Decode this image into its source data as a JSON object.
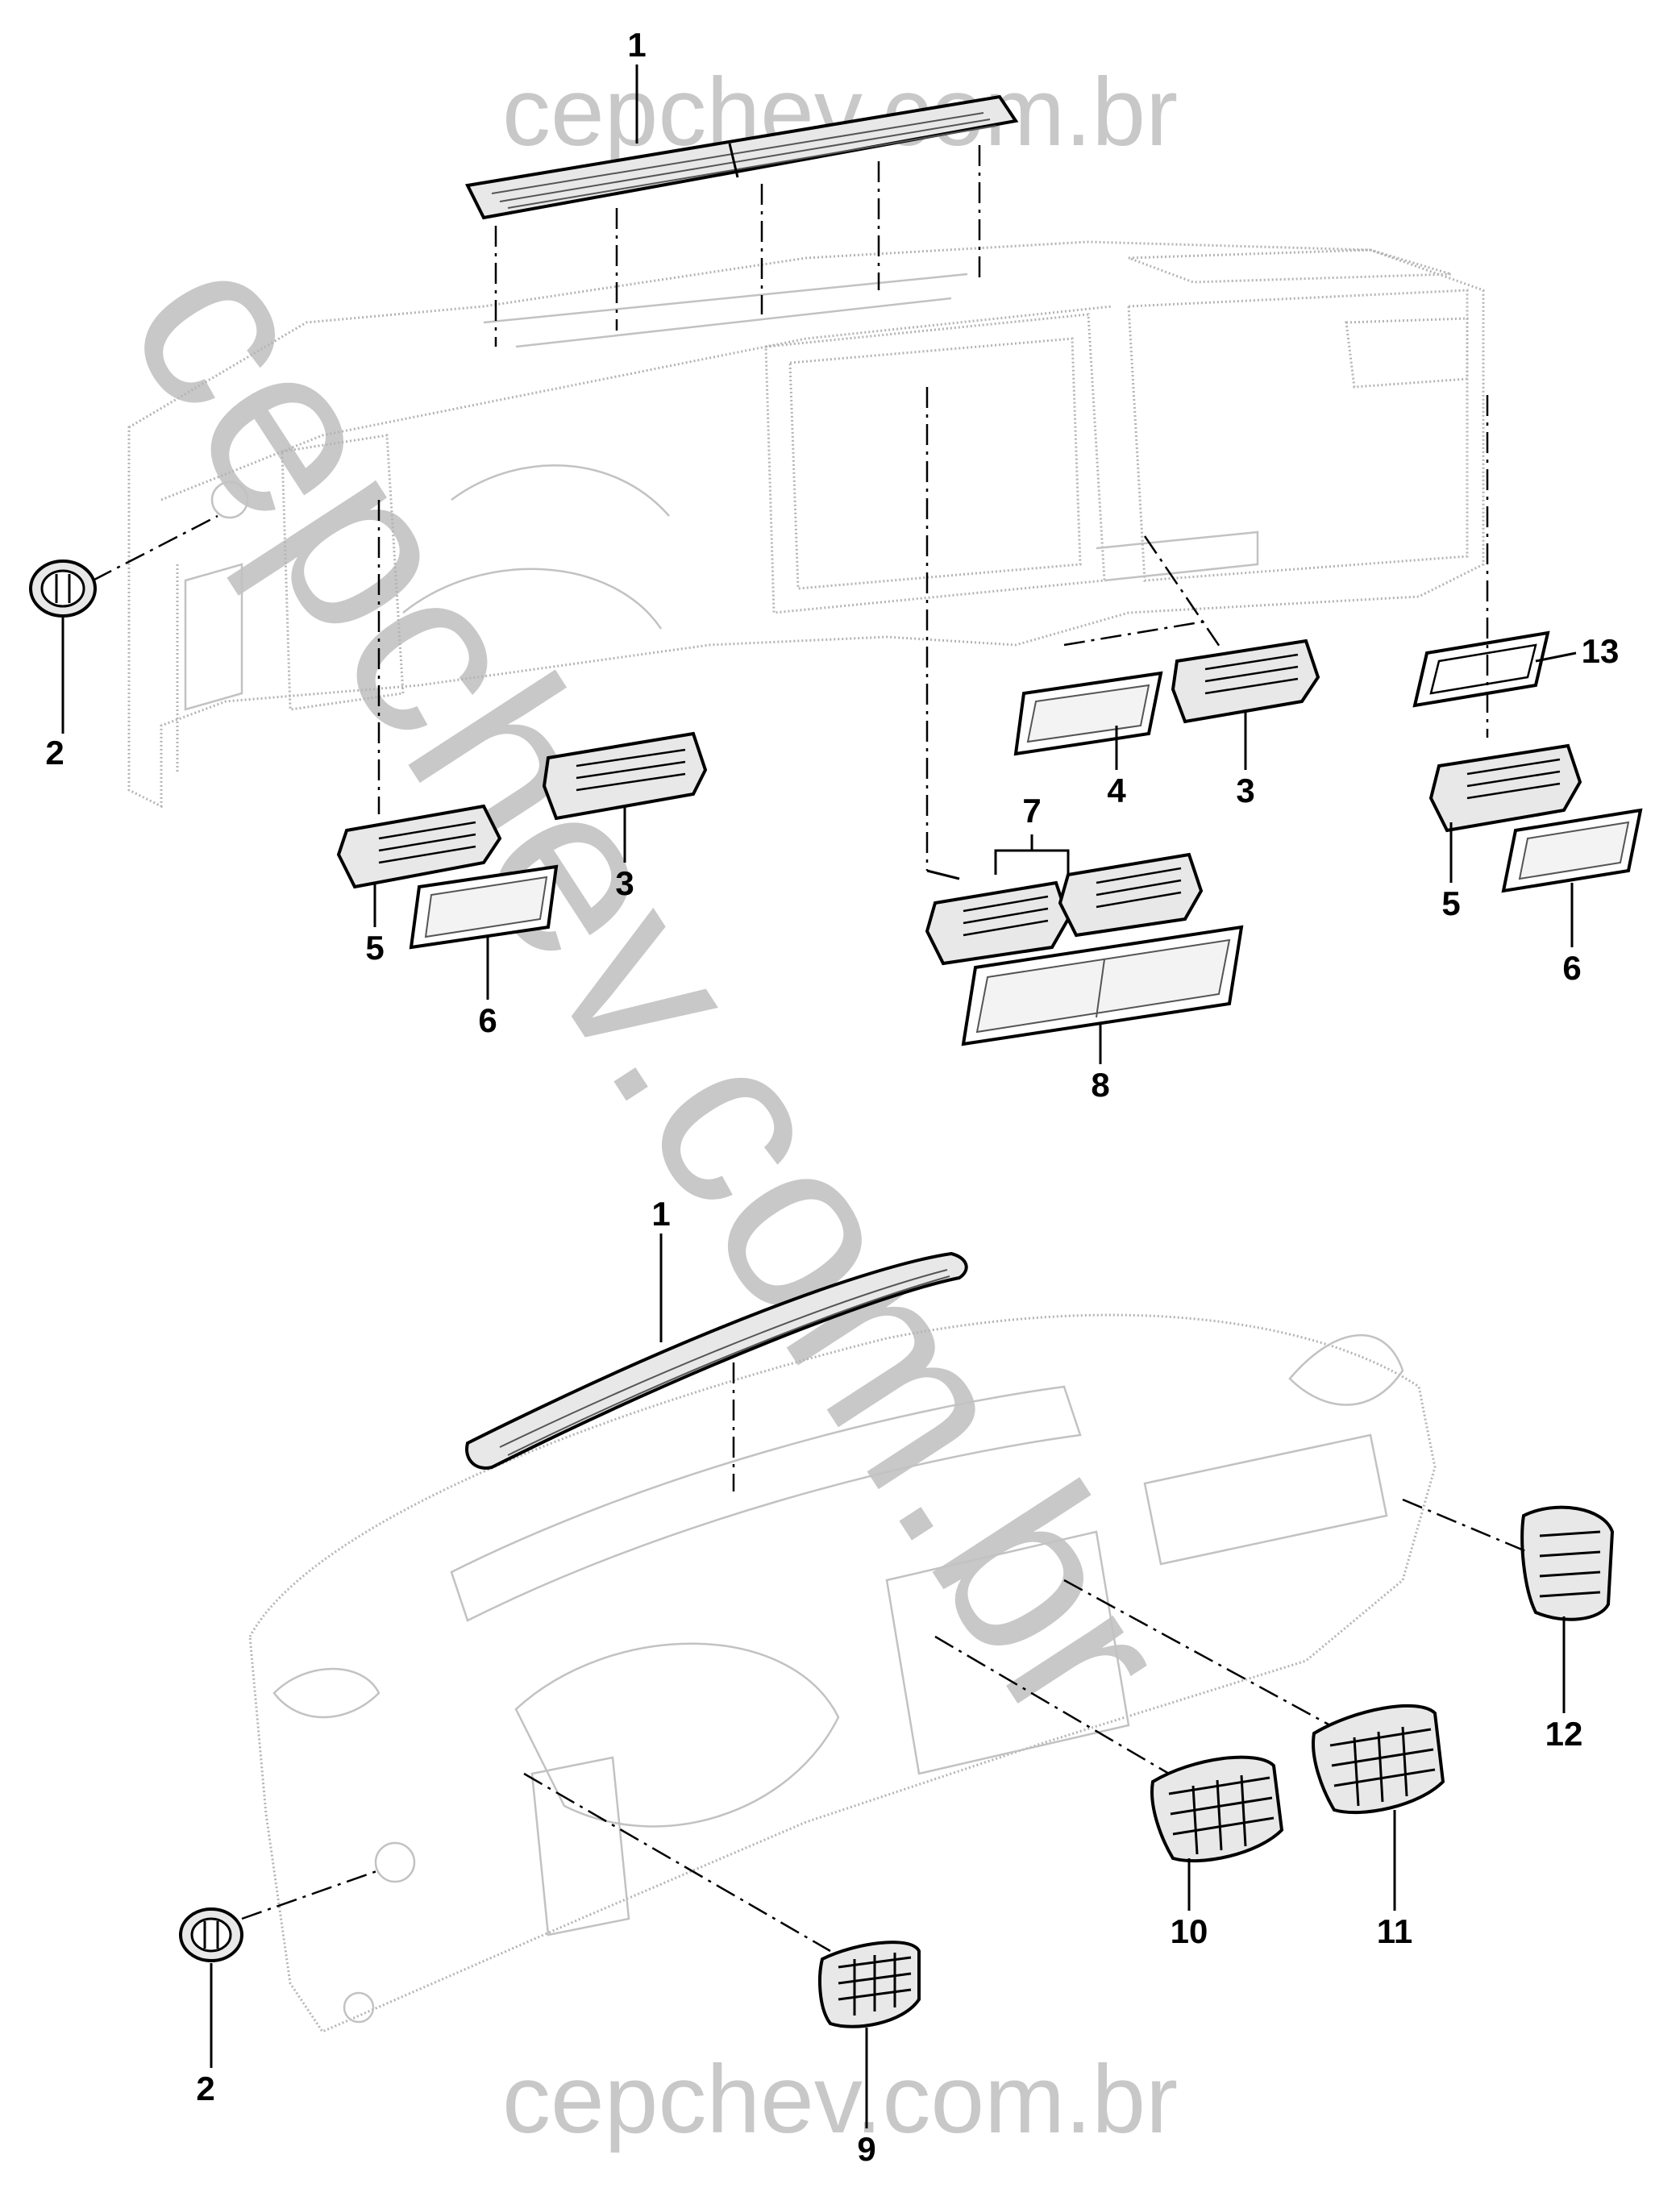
{
  "watermark": {
    "top": "cepchev.com.br",
    "diagonal": "cepchev.com.br",
    "bottom": "cepchev.com.br"
  },
  "upper_diagram": {
    "callouts": [
      "1",
      "2",
      "3",
      "3",
      "4",
      "5",
      "5",
      "6",
      "6",
      "7",
      "8",
      "13"
    ]
  },
  "lower_diagram": {
    "callouts": [
      "1",
      "2",
      "9",
      "10",
      "11",
      "12"
    ]
  }
}
